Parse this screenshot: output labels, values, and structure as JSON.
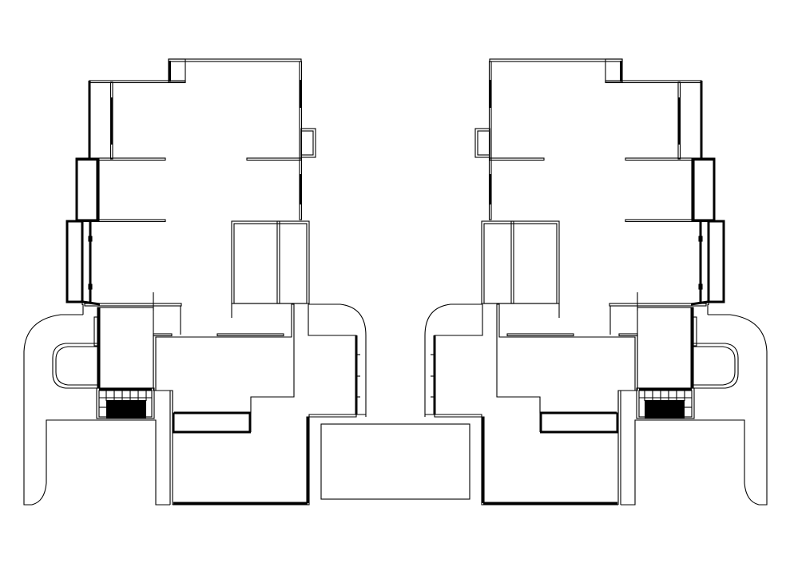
{
  "drawing": {
    "line_color": "#000000",
    "background": "#ffffff",
    "units": [
      "left-unit",
      "right-unit"
    ],
    "symmetry": "mirrored"
  }
}
